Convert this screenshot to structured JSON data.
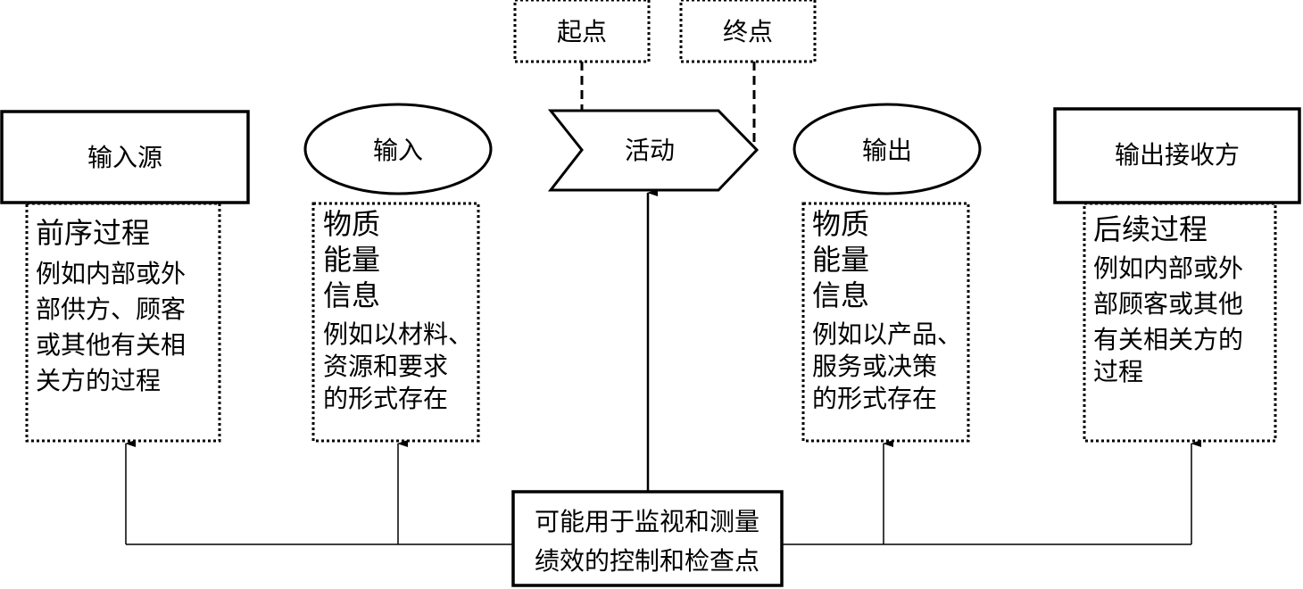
{
  "nodes": {
    "input_source": "输入源",
    "input": "输入",
    "activity": "活动",
    "output": "输出",
    "output_receiver": "输出接收方",
    "start_point": "起点",
    "end_point": "终点",
    "control_points": [
      "可能用于监视和测量",
      "绩效的控制和检查点"
    ]
  },
  "notes": {
    "predecessor": {
      "heading": "前序过程",
      "lines": [
        "例如内部或外",
        "部供方、顾客",
        "或其他有关相",
        "关方的过程"
      ]
    },
    "inputs": {
      "heading": [
        "物质",
        "能量",
        "信息"
      ],
      "lines": [
        "例如以材料、",
        "资源和要求",
        "的形式存在"
      ]
    },
    "outputs": {
      "heading": [
        "物质",
        "能量",
        "信息"
      ],
      "lines": [
        "例如以产品、",
        "服务或决策",
        "的形式存在"
      ]
    },
    "successor": {
      "heading": "后续过程",
      "lines": [
        "例如内部或外",
        "部顾客或其他",
        "有关相关方的",
        "过程"
      ]
    }
  }
}
